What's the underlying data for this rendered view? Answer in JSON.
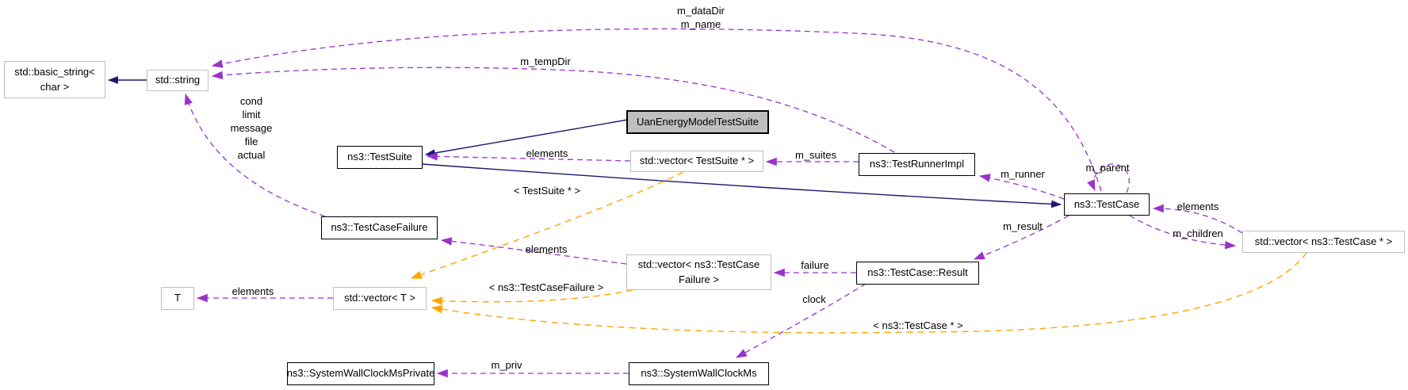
{
  "diagram": {
    "type": "collaboration-graph",
    "current_class": "UanEnergyModelTestSuite"
  },
  "nodes": {
    "basic_string": "std::basic_string<\nchar >",
    "std_string": "std::string",
    "test_suite": "ns3::TestSuite",
    "uan_energy_model_test_suite": "UanEnergyModelTestSuite",
    "vector_test_suite": "std::vector< TestSuite * >",
    "test_runner_impl": "ns3::TestRunnerImpl",
    "test_case": "ns3::TestCase",
    "vector_test_case": "std::vector< ns3::TestCase * >",
    "test_case_failure": "ns3::TestCaseFailure",
    "vector_test_case_failure": "std::vector< ns3::TestCase\nFailure >",
    "test_case_result": "ns3::TestCase::Result",
    "t": "T",
    "vector_t": "std::vector< T >",
    "system_wall_clock_ms_private": "ns3::SystemWallClockMsPrivate",
    "system_wall_clock_ms": "ns3::SystemWallClockMs"
  },
  "edge_labels": {
    "m_datadir_m_name": "m_dataDir\nm_name",
    "m_tempdir": "m_tempDir",
    "cond_stack": "cond\nlimit\nmessage\nfile\nactual",
    "elements_suite": "elements",
    "m_suites": "m_suites",
    "m_runner": "m_runner",
    "m_parent": "m_parent",
    "template_test_suite": "< TestSuite * >",
    "elements_case": "elements",
    "m_children": "m_children",
    "m_result": "m_result",
    "elements_failure": "elements",
    "failure": "failure",
    "template_test_case_failure": "< ns3::TestCaseFailure >",
    "elements_t": "elements",
    "clock": "clock",
    "template_test_case": "< ns3::TestCase * >",
    "m_priv": "m_priv"
  },
  "colors": {
    "inheritance": "#191970",
    "usage": "#9a32cd",
    "template_instantiation": "#ffa500",
    "node_border_documented": "#000000",
    "node_border_external": "#bfbfbf",
    "current_node_fill": "#bfbfbf"
  }
}
